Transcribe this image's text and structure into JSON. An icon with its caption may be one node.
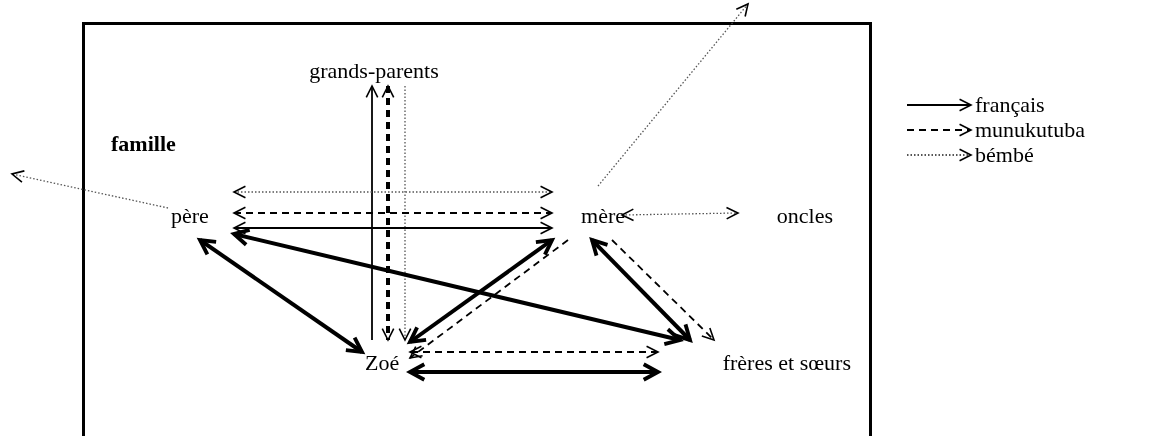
{
  "diagram": {
    "nodes": [
      {
        "text": [
          "famille"
        ]
      },
      {
        "text": [
          "grands-parents"
        ],
        "in": 0
      },
      {
        "text": [
          "père"
        ],
        "in": 0
      },
      {
        "text": [
          "mère"
        ],
        "in": 0
      },
      {
        "text": [
          "oncles"
        ],
        "in": 0
      },
      {
        "text": [
          "Zoé"
        ],
        "in": 0
      },
      {
        "text": [
          "frères et sœurs"
        ],
        "in": 0
      }
    ],
    "edges": [
      {
        "from": 5,
        "to": 1,
        "arrow": "to"
      },
      {
        "from": 1,
        "to": 5,
        "arrow": "both",
        "style": "dashed"
      },
      {
        "from": 1,
        "to": 5,
        "arrow": "to",
        "style": "dashed",
        "color": "#555555"
      },
      {
        "from": 2,
        "to": 3,
        "arrow": "both",
        "style": "dashed",
        "color": "#555555"
      },
      {
        "from": 2,
        "to": 3,
        "arrow": "both",
        "style": "dashed"
      },
      {
        "from": 2,
        "to": 3,
        "arrow": "both"
      },
      {
        "from": 2,
        "to": 5,
        "arrow": "both",
        "style": "thick"
      },
      {
        "from": 2,
        "to": 6,
        "arrow": "both",
        "style": "thick"
      },
      {
        "from": 3,
        "to": 5,
        "arrow": "both",
        "style": "thick"
      },
      {
        "from": 3,
        "to": 5,
        "arrow": "to",
        "style": "dashed"
      },
      {
        "from": 3,
        "to": 6,
        "arrow": "both",
        "style": "thick"
      },
      {
        "from": 3,
        "to": 6,
        "arrow": "to",
        "style": "dashed"
      },
      {
        "from": 6,
        "to": 5,
        "arrow": "both",
        "style": "dashed"
      },
      {
        "from": 5,
        "to": 6,
        "arrow": "both",
        "style": "thick"
      },
      {
        "from": 3,
        "to": 4,
        "arrow": "both",
        "style": "dashed",
        "color": "#555555"
      },
      {
        "from": 3,
        "to": null,
        "arrow": "to",
        "style": "dashed",
        "color": "#555555"
      },
      {
        "from": 2,
        "to": null,
        "arrow": "to",
        "style": "dashed",
        "color": "#555555"
      }
    ],
    "legend": [
      {
        "text": "français"
      },
      {
        "text": "munukutuba"
      },
      {
        "text": "bémbé"
      }
    ]
  }
}
